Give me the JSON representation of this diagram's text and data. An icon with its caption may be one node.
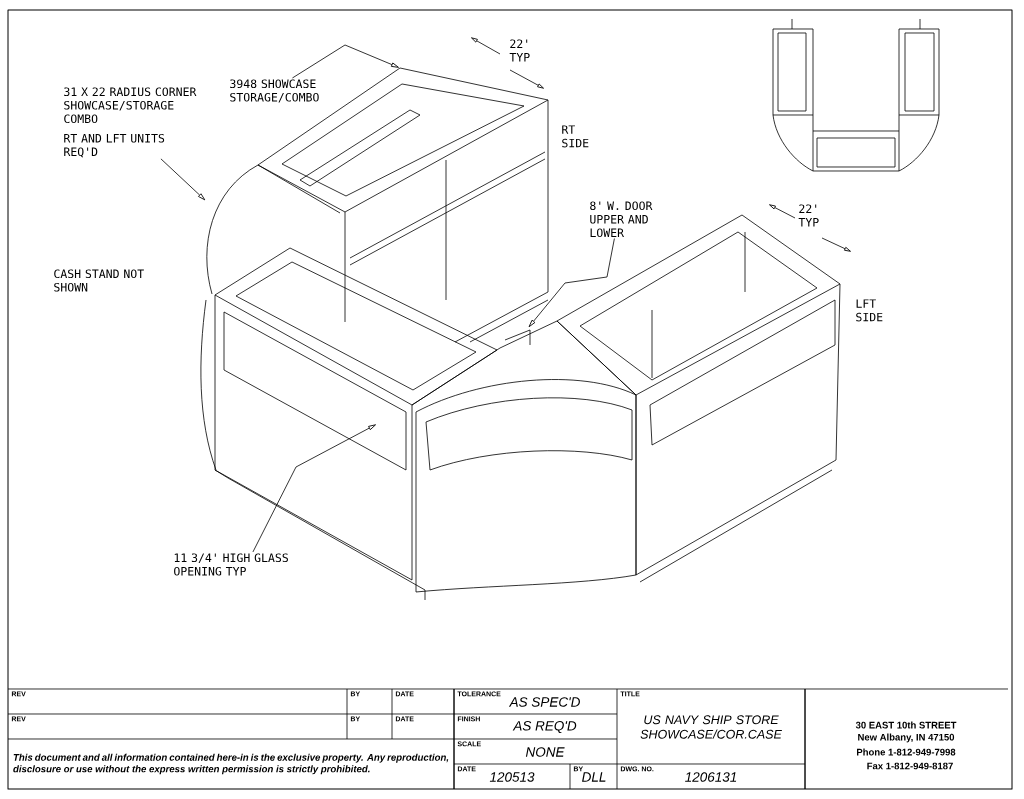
{
  "diagram": {
    "nodes": [
      {
        "text": [
          "3948 SHOWCASE STORAGE/COMBO"
        ]
      },
      {
        "text": [
          "31 X 22 RADIUS CORNER SHOWCASE/STORAGE COMBO",
          "RT AND LFT UNITS REQ'D"
        ]
      },
      {
        "text": [
          "8' W. DOOR UPPER AND LOWER"
        ]
      },
      {
        "text": [
          "11 3/4' HIGH GLASS OPENING TYP"
        ]
      }
    ],
    "edges": [
      {
        "from": 0,
        "to": null,
        "arrow": "to"
      },
      {
        "from": 1,
        "to": null,
        "arrow": "to"
      },
      {
        "from": 2,
        "to": null,
        "arrow": "to"
      },
      {
        "from": 3,
        "to": null,
        "arrow": "to"
      }
    ],
    "labels": [
      "CASH STAND NOT SHOWN",
      "22' TYP",
      "RT SIDE",
      "22' TYP",
      "LFT SIDE",
      "REV",
      "BY",
      "DATE",
      "TOLERANCE",
      "AS SPEC'D",
      "TITLE",
      "US NAVY SHIP STORE SHOWCASE/COR.CASE",
      "REV",
      "BY",
      "DATE",
      "FINISH",
      "AS REQ'D",
      "This document and all information contained here-in is the exclusive property. Any reproduction, disclosure or use without the express written permission is strictly prohibited.",
      "SCALE",
      "NONE",
      "DATE",
      "120513",
      "BY",
      "DLL",
      "DWG. NO.",
      "1206131",
      "30 EAST 10th STREET",
      "New Albany, IN 47150",
      "Phone 1-812-949-7998",
      "Fax 1-812-949-8187"
    ]
  }
}
